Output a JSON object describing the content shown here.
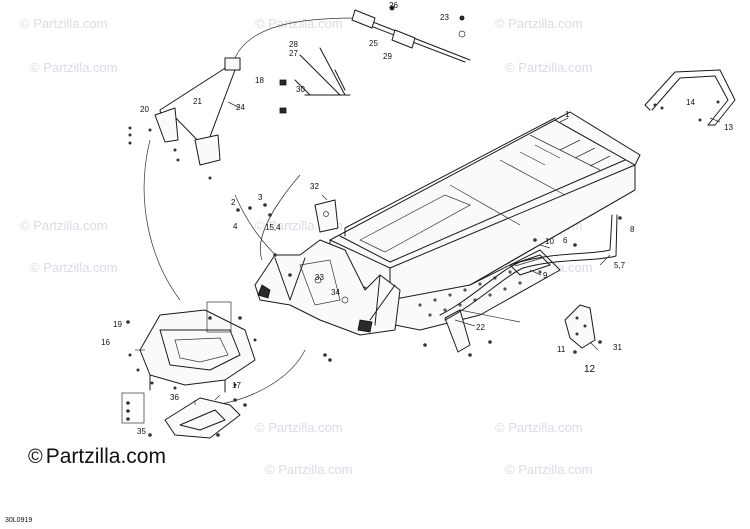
{
  "watermark": "© Partzilla.com",
  "brand": {
    "symbol": "©",
    "name": "Partzilla.com"
  },
  "diagram_code": "30L0919",
  "callouts": [
    {
      "id": "c1",
      "text": "1"
    },
    {
      "id": "c2",
      "text": "2"
    },
    {
      "id": "c3",
      "text": "3"
    },
    {
      "id": "c4",
      "text": "4"
    },
    {
      "id": "c5",
      "text": "5,7"
    },
    {
      "id": "c6",
      "text": "6"
    },
    {
      "id": "c8",
      "text": "8"
    },
    {
      "id": "c9",
      "text": "9"
    },
    {
      "id": "c10",
      "text": "10"
    },
    {
      "id": "c11",
      "text": "11"
    },
    {
      "id": "c12",
      "text": "12"
    },
    {
      "id": "c13",
      "text": "13"
    },
    {
      "id": "c14",
      "text": "14"
    },
    {
      "id": "c15",
      "text": "15,4"
    },
    {
      "id": "c16",
      "text": "16"
    },
    {
      "id": "c17",
      "text": "17"
    },
    {
      "id": "c18",
      "text": "18"
    },
    {
      "id": "c19",
      "text": "19"
    },
    {
      "id": "c20",
      "text": "20"
    },
    {
      "id": "c21",
      "text": "21"
    },
    {
      "id": "c22",
      "text": "22"
    },
    {
      "id": "c23",
      "text": "23"
    },
    {
      "id": "c24",
      "text": "24"
    },
    {
      "id": "c25",
      "text": "25"
    },
    {
      "id": "c26",
      "text": "26"
    },
    {
      "id": "c27",
      "text": "27"
    },
    {
      "id": "c28",
      "text": "28"
    },
    {
      "id": "c29",
      "text": "29"
    },
    {
      "id": "c30",
      "text": "30"
    },
    {
      "id": "c31",
      "text": "31"
    },
    {
      "id": "c32",
      "text": "32"
    },
    {
      "id": "c33",
      "text": "33"
    },
    {
      "id": "c34",
      "text": "34"
    },
    {
      "id": "c35",
      "text": "35"
    },
    {
      "id": "c36",
      "text": "36"
    }
  ]
}
